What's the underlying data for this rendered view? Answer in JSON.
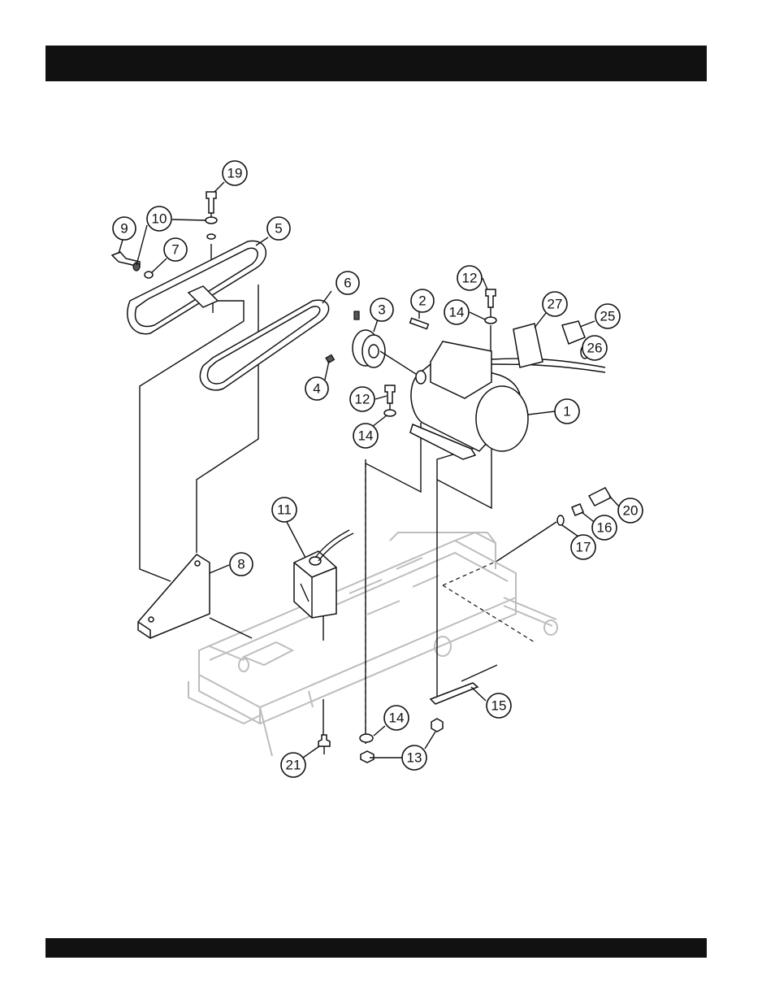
{
  "header_bar_color": "#111111",
  "footer_bar_color": "#111111",
  "callouts": [
    {
      "id": "c1",
      "label": "1"
    },
    {
      "id": "c2",
      "label": "2"
    },
    {
      "id": "c3",
      "label": "3"
    },
    {
      "id": "c4",
      "label": "4"
    },
    {
      "id": "c5",
      "label": "5"
    },
    {
      "id": "c6",
      "label": "6"
    },
    {
      "id": "c7",
      "label": "7"
    },
    {
      "id": "c8",
      "label": "8"
    },
    {
      "id": "c9",
      "label": "9"
    },
    {
      "id": "c10",
      "label": "10"
    },
    {
      "id": "c11",
      "label": "11"
    },
    {
      "id": "c12a",
      "label": "12"
    },
    {
      "id": "c12b",
      "label": "12"
    },
    {
      "id": "c13",
      "label": "13"
    },
    {
      "id": "c14a",
      "label": "14"
    },
    {
      "id": "c14b",
      "label": "14"
    },
    {
      "id": "c14c",
      "label": "14"
    },
    {
      "id": "c15",
      "label": "15"
    },
    {
      "id": "c16",
      "label": "16"
    },
    {
      "id": "c17",
      "label": "17"
    },
    {
      "id": "c19",
      "label": "19"
    },
    {
      "id": "c20",
      "label": "20"
    },
    {
      "id": "c21",
      "label": "21"
    },
    {
      "id": "c25",
      "label": "25"
    },
    {
      "id": "c26",
      "label": "26"
    },
    {
      "id": "c27",
      "label": "27"
    }
  ]
}
